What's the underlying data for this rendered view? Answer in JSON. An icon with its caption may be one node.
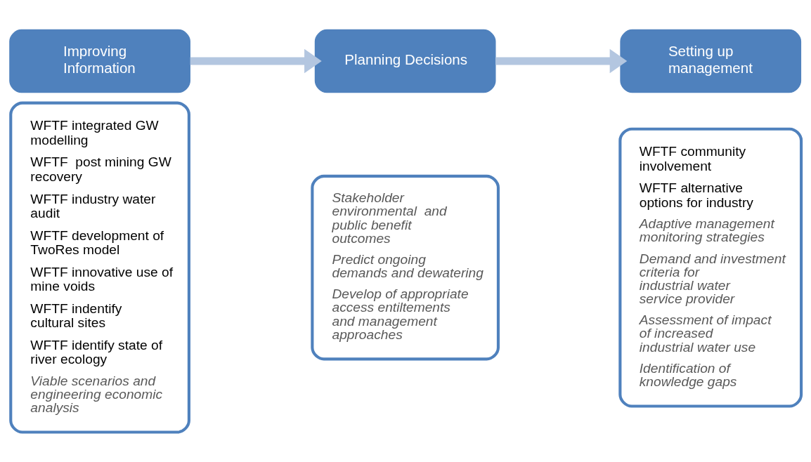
{
  "diagram": {
    "nodes": [
      {
        "text": [
          "Improving Information"
        ]
      },
      {
        "text": [
          "WFTF integrated GW modelling",
          "WFTF  post mining GW recovery",
          "WFTF industry water audit",
          "WFTF development of TwoRes model",
          "WFTF innovative use of mine voids",
          "WFTF indentify cultural sites",
          "WFTF identify state of river ecology",
          "Viable scenarios and engineering economic analysis"
        ]
      },
      {
        "text": [
          "Planning Decisions"
        ]
      },
      {
        "text": [
          "Stakeholder environmental  and public benefit outcomes",
          "Predict ongoing demands and dewatering",
          "Develop of appropriate access entiltements and management approaches"
        ]
      },
      {
        "text": [
          "Setting up management"
        ]
      },
      {
        "text": [
          "WFTF community involvement",
          "WFTF alternative options for industry",
          "Adaptive management monitoring strategies",
          "Demand and investment criteria for industrial water service provider",
          "Assessment of impact of increased industrial water use",
          "Identification of knowledge gaps"
        ]
      }
    ],
    "edges": [
      {
        "from": 0,
        "to": 2,
        "arrow": "to"
      },
      {
        "from": 2,
        "to": 4,
        "arrow": "to"
      }
    ]
  }
}
